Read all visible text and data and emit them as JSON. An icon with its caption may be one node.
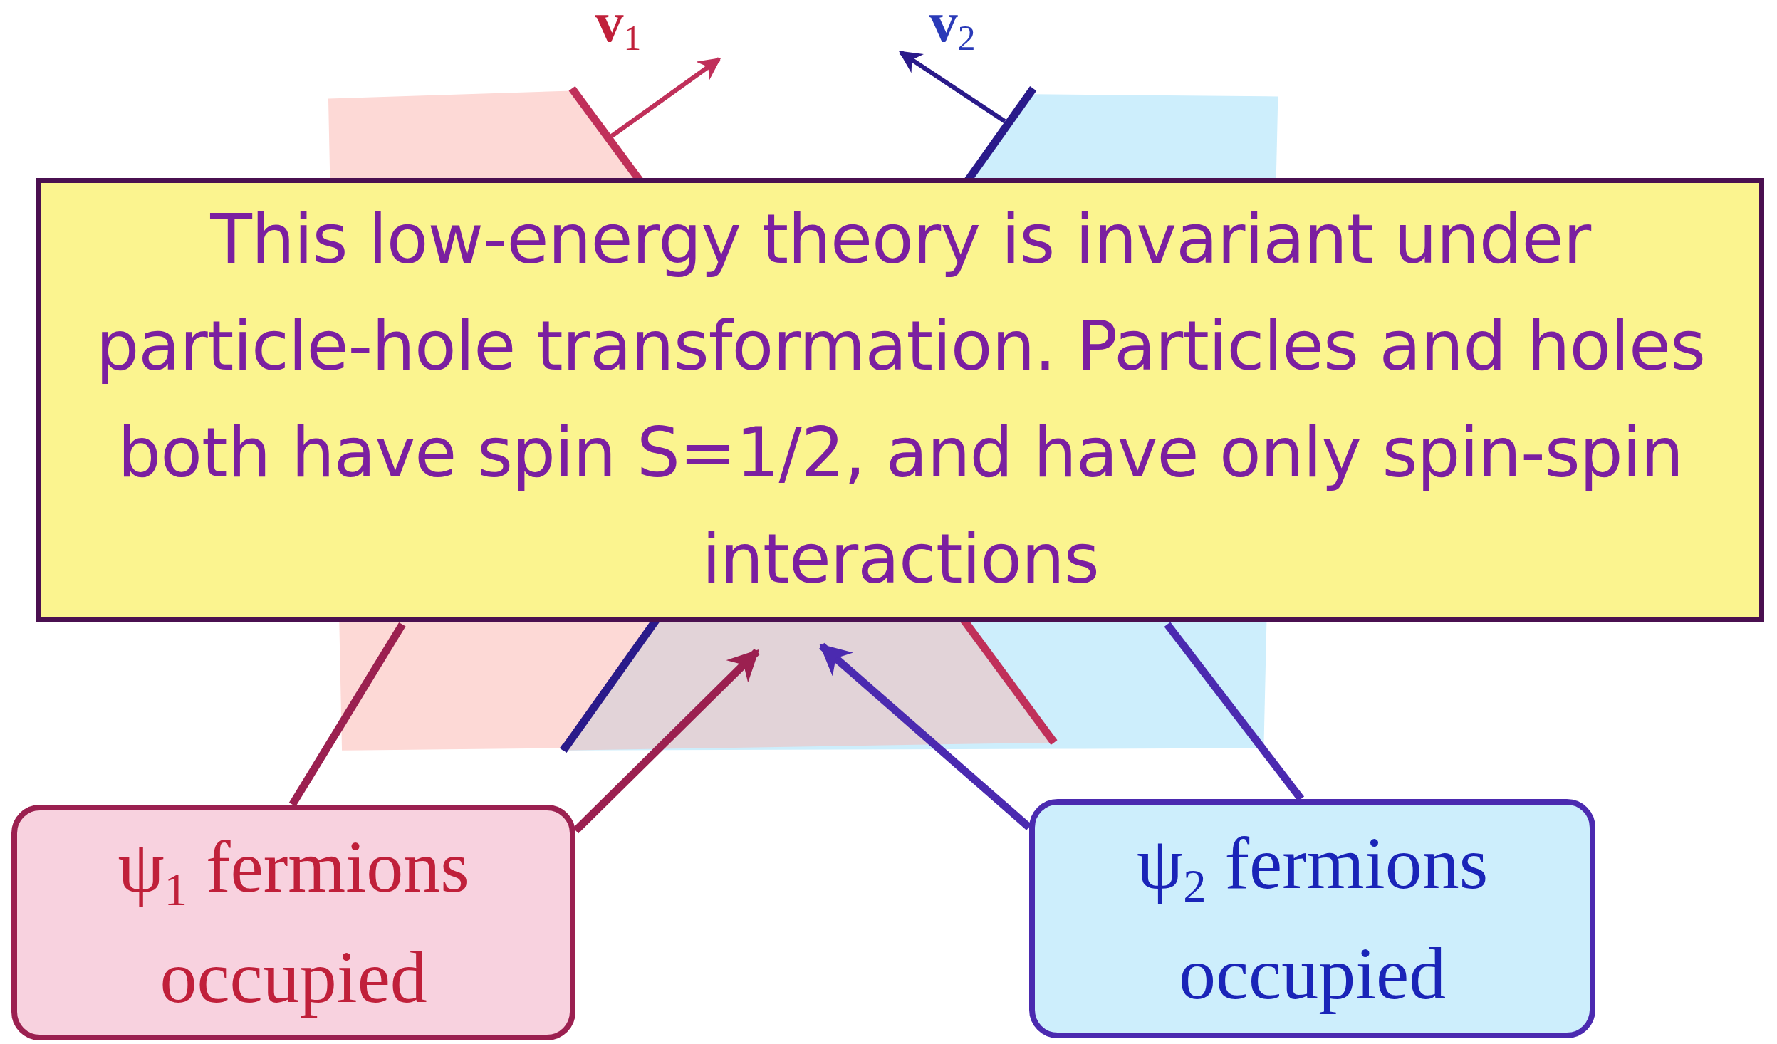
{
  "diagram": {
    "nodes": [
      {
        "text": [
          "This low-energy theory is invariant under particle-hole transformation. Particles and holes both have spin S=1/2, and have only spin-spin interactions"
        ]
      },
      {
        "text": [
          "ψ$_{1}$ fermions occupied"
        ]
      },
      {
        "text": [
          "ψ$_{2}$ fermions occupied"
        ]
      },
      {
        "text": [],
        "shape": "picture"
      }
    ],
    "edges": [
      {
        "from": 1,
        "to": 0,
        "arrow": "none",
        "color": "#9b2050"
      },
      {
        "from": 1,
        "to": 3,
        "arrow": "to",
        "color": "#9b2050"
      },
      {
        "from": 2,
        "to": 3,
        "arrow": "to",
        "color": "#4b2ab0"
      },
      {
        "from": 2,
        "to": 0,
        "arrow": "none",
        "color": "#4b2ab0"
      }
    ],
    "labels": [
      "**v**$_{1}$",
      "**v**$_{2}$"
    ]
  }
}
